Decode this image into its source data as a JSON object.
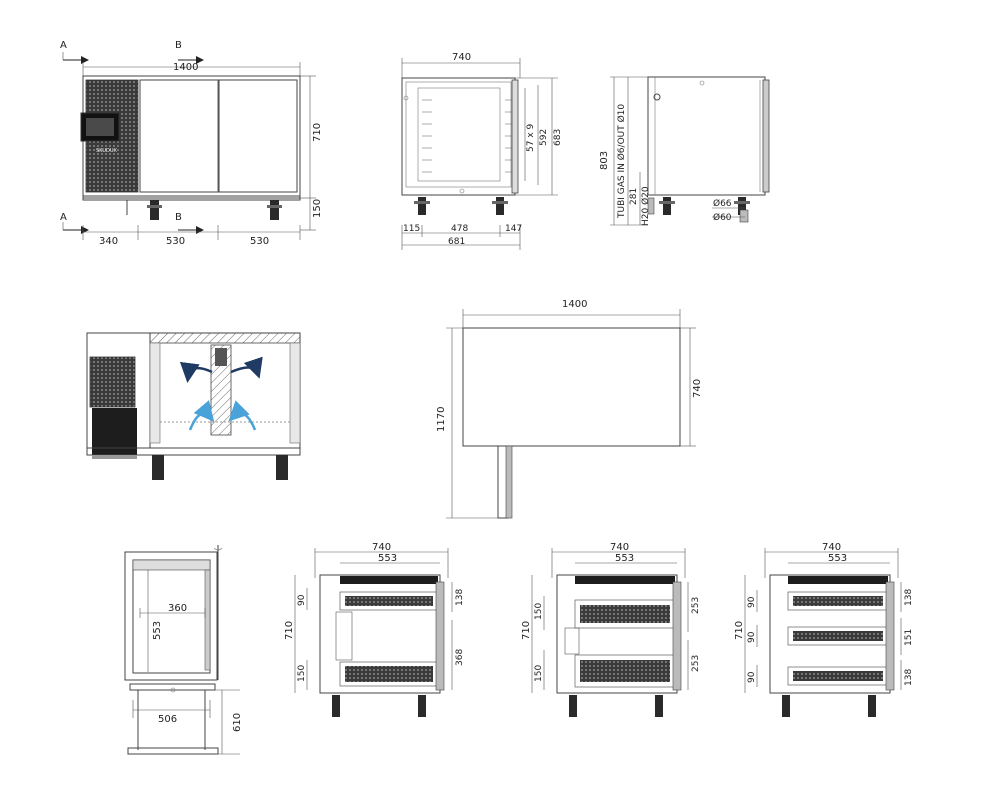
{
  "colors": {
    "line": "#444444",
    "dark": "#2a2a2a",
    "airflow_dark": "#1f3b63",
    "airflow_light": "#4aa3d8"
  },
  "views": {
    "front": {
      "section_a": "A",
      "section_b": "B",
      "width_total": "1400",
      "height": "710",
      "feet_height": "150",
      "seg1": "340",
      "seg2": "530",
      "seg3": "530",
      "logo": "SKUDUX"
    },
    "side_section": {
      "width_top": "740",
      "dim_57x9": "57 x 9",
      "dim_592": "592",
      "dim_683": "683",
      "dim_115": "115",
      "dim_478": "478",
      "dim_147": "147",
      "dim_681": "681"
    },
    "side": {
      "height_803": "803",
      "tubi_label": "TUBI GAS IN Ø6/OUT Ø10",
      "dim_281": "281",
      "h2o_label": "H20 Ø20",
      "dia_66": "Ø66",
      "dia_60": "Ø60"
    },
    "top_plan": {
      "width": "1400",
      "depth": "740",
      "depth_open": "1170"
    },
    "drawer_detail": {
      "dim_360": "360",
      "dim_553": "553",
      "dim_506": "506",
      "dim_610": "610"
    },
    "drawers_2_small": {
      "width": "740",
      "inner": "553",
      "h_90": "90",
      "h_710": "710",
      "h_150": "150",
      "h_138": "138",
      "h_368": "368"
    },
    "drawers_2_equal": {
      "width": "740",
      "inner": "553",
      "h_150a": "150",
      "h_710": "710",
      "h_150b": "150",
      "h_253a": "253",
      "h_253b": "253"
    },
    "drawers_3": {
      "width": "740",
      "inner": "553",
      "h_90a": "90",
      "h_710": "710",
      "h_90b": "90",
      "h_90c": "90",
      "h_138a": "138",
      "h_151": "151",
      "h_138b": "138"
    }
  }
}
